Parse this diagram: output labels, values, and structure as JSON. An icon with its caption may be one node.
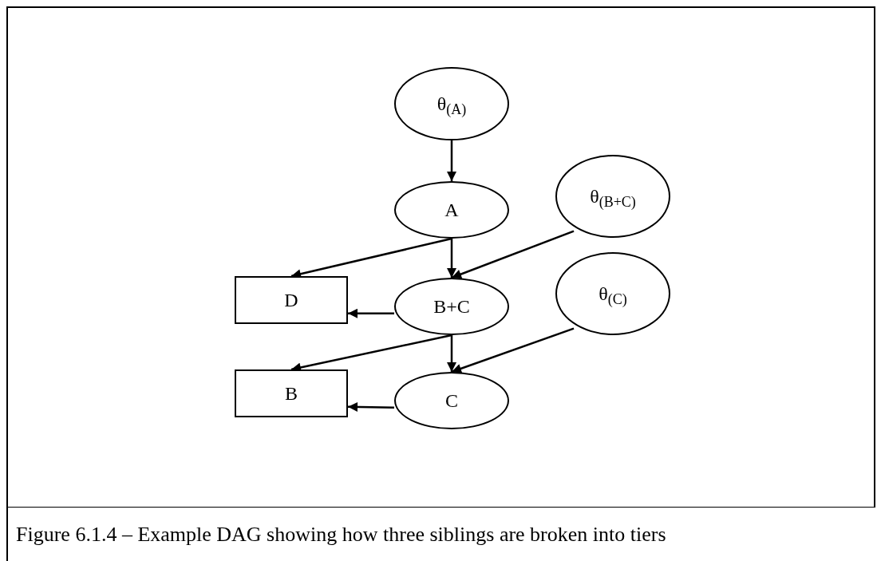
{
  "diagram": {
    "caption": "Figure 6.1.4 – Example DAG showing how three siblings are broken into tiers",
    "nodes": [
      {
        "text": [
          "θ$_{(A)}$"
        ]
      },
      {
        "text": [
          "A"
        ]
      },
      {
        "text": [
          "θ$_{(B+C)}$"
        ]
      },
      {
        "text": [
          "D"
        ]
      },
      {
        "text": [
          "B+C"
        ]
      },
      {
        "text": [
          "θ$_{(C)}$"
        ]
      },
      {
        "text": [
          "B"
        ]
      },
      {
        "text": [
          "C"
        ]
      }
    ],
    "edges": [
      {
        "from": 0,
        "to": 1,
        "arrow": "to"
      },
      {
        "from": 1,
        "to": 3,
        "arrow": "to"
      },
      {
        "from": 1,
        "to": 4,
        "arrow": "to"
      },
      {
        "from": 2,
        "to": 4,
        "arrow": "to"
      },
      {
        "from": 4,
        "to": 3,
        "arrow": "to"
      },
      {
        "from": 4,
        "to": 6,
        "arrow": "to"
      },
      {
        "from": 4,
        "to": 7,
        "arrow": "to"
      },
      {
        "from": 5,
        "to": 7,
        "arrow": "to"
      },
      {
        "from": 7,
        "to": 6,
        "arrow": "to"
      }
    ]
  }
}
